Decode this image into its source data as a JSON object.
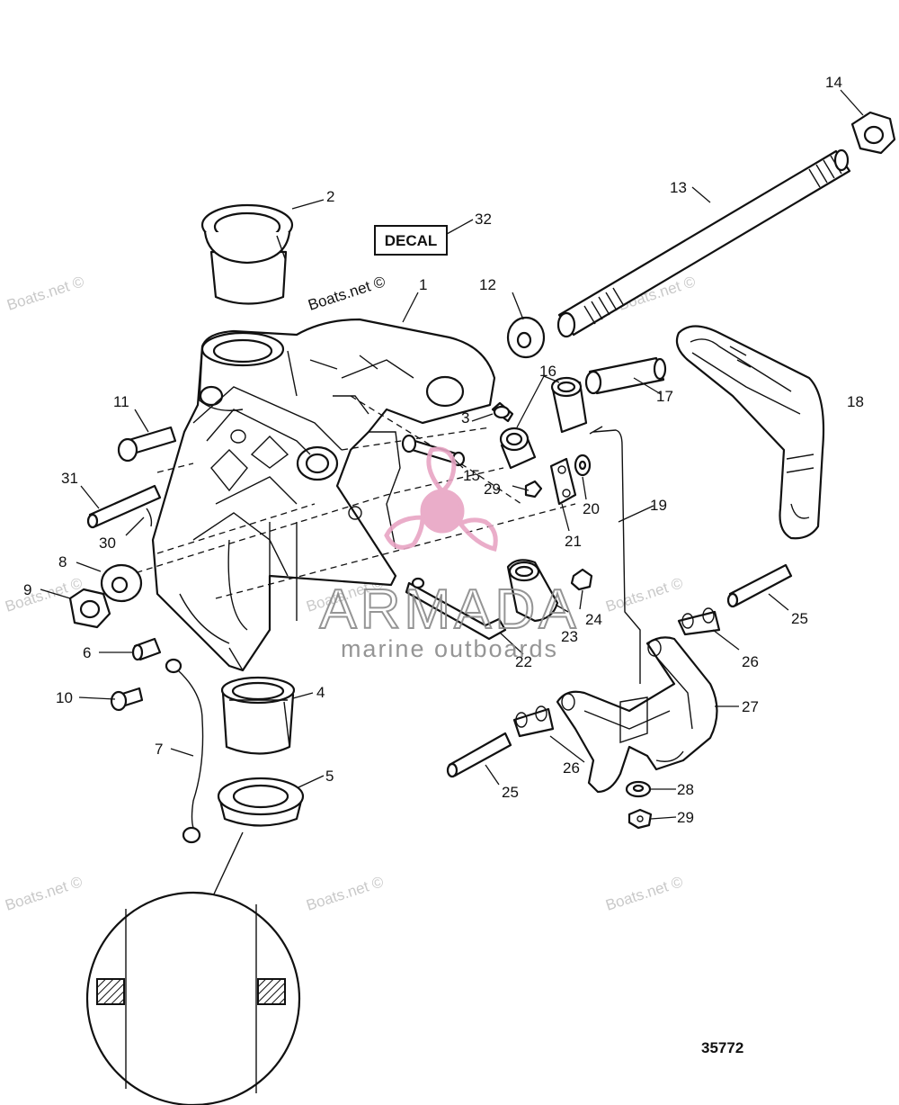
{
  "diagram": {
    "figure_number": "35772",
    "decal_text": "DECAL",
    "watermark_text": "Boats.net ©",
    "logo": {
      "brand": "ARMADA",
      "tagline": "marine outboards",
      "brand_color": "#e8a5c4"
    },
    "callouts": [
      "1",
      "2",
      "3",
      "4",
      "5",
      "6",
      "7",
      "8",
      "9",
      "10",
      "11",
      "12",
      "13",
      "14",
      "15",
      "16",
      "17",
      "18",
      "19",
      "20",
      "21",
      "22",
      "23",
      "24",
      "25",
      "25",
      "26",
      "26",
      "27",
      "28",
      "29",
      "29",
      "30",
      "31",
      "32"
    ]
  }
}
